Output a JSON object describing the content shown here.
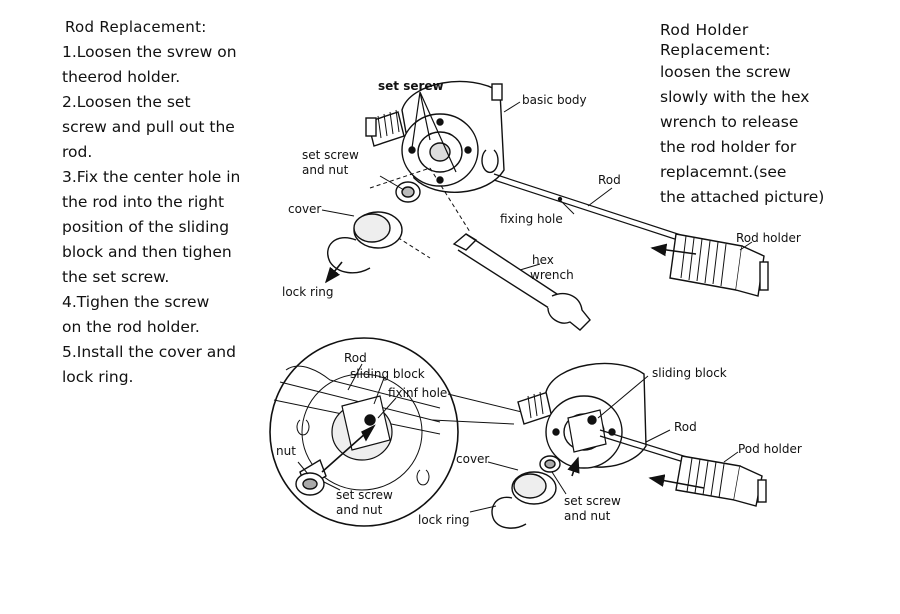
{
  "rod_replacement": {
    "heading": "Rod Replacement:",
    "lines": [
      "1.Loosen the svrew on",
      "theerod holder.",
      "2.Loosen the set",
      "screw and pull out the",
      "rod.",
      "3.Fix the center hole in",
      "the rod into the right",
      "position of the sliding",
      "block and then tighen",
      "the set screw.",
      "4.Tighen the screw",
      "on the rod holder.",
      "5.Install the cover and",
      "lock ring."
    ]
  },
  "rod_holder_replacement": {
    "heading_1": "Rod Holder",
    "heading_2": "Replacement:",
    "lines": [
      "loosen the screw",
      "slowly with the hex",
      "wrench to release",
      "the rod holder for",
      "replacemnt.(see",
      "the attached picture)"
    ]
  },
  "upper_diagram": {
    "set_screw": "set serew",
    "basic_body": "basic body",
    "set_screw_nut_1": "set screw",
    "set_screw_nut_2": "and nut",
    "rod": "Rod",
    "fixing_hole": "fixing hole",
    "cover": "cover",
    "rod_holder": "Rod holder",
    "hex_wrench_1": "hex",
    "hex_wrench_2": "wrench",
    "lock_ring": "lock ring"
  },
  "lower_diagram": {
    "rod_inset": "Rod",
    "sliding_block_inset": "sliding block",
    "fixing_hole_inset": "fixinf hole",
    "nut": "nut",
    "set_screw_inset_1": "set screw",
    "set_screw_inset_2": "and nut",
    "cover": "cover",
    "lock_ring": "lock ring",
    "sliding_block": "sliding block",
    "rod": "Rod",
    "pod_holder": "Pod holder",
    "set_screw_1": "set screw",
    "set_screw_2": "and nut"
  }
}
